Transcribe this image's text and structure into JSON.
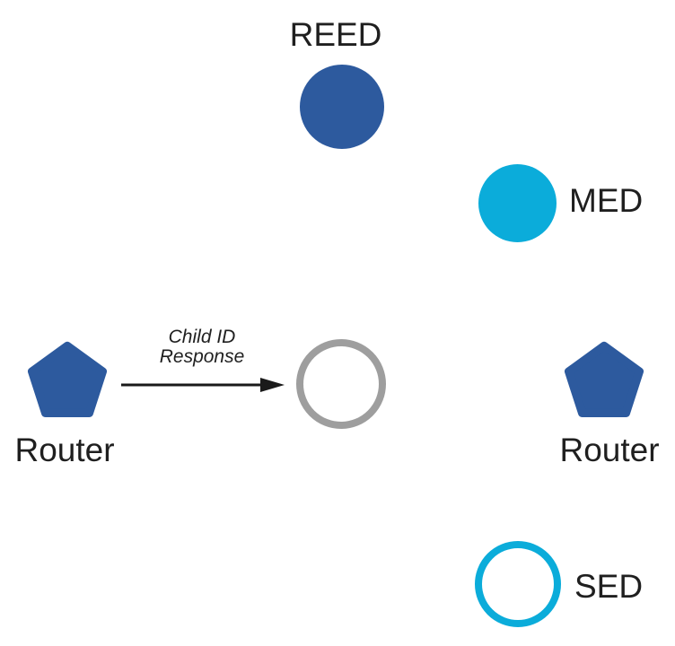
{
  "diagram": {
    "nodes": {
      "reed": {
        "label": "REED",
        "shape": "circle",
        "style": "filled",
        "color": "#2D5A9E"
      },
      "med": {
        "label": "MED",
        "shape": "circle",
        "style": "filled",
        "color": "#0BACDA"
      },
      "router_left": {
        "label": "Router",
        "shape": "pentagon",
        "style": "filled",
        "color": "#2D5A9E"
      },
      "joining_child": {
        "label": "",
        "shape": "circle",
        "style": "outline",
        "color": "#9E9E9E"
      },
      "router_right": {
        "label": "Router",
        "shape": "pentagon",
        "style": "filled",
        "color": "#2D5A9E"
      },
      "sed": {
        "label": "SED",
        "shape": "circle",
        "style": "outline",
        "color": "#0BACDA"
      }
    },
    "edges": [
      {
        "from": "router_left",
        "to": "joining_child",
        "style": "arrow",
        "label": [
          "Child ID",
          "Response"
        ]
      }
    ],
    "colors": {
      "router_blue": "#2D5A9E",
      "device_cyan": "#0BACDA",
      "outline_gray": "#9E9E9E",
      "arrow_black": "#1A1A1A",
      "text": "#1F1F1F",
      "background": "#FFFFFF"
    }
  }
}
